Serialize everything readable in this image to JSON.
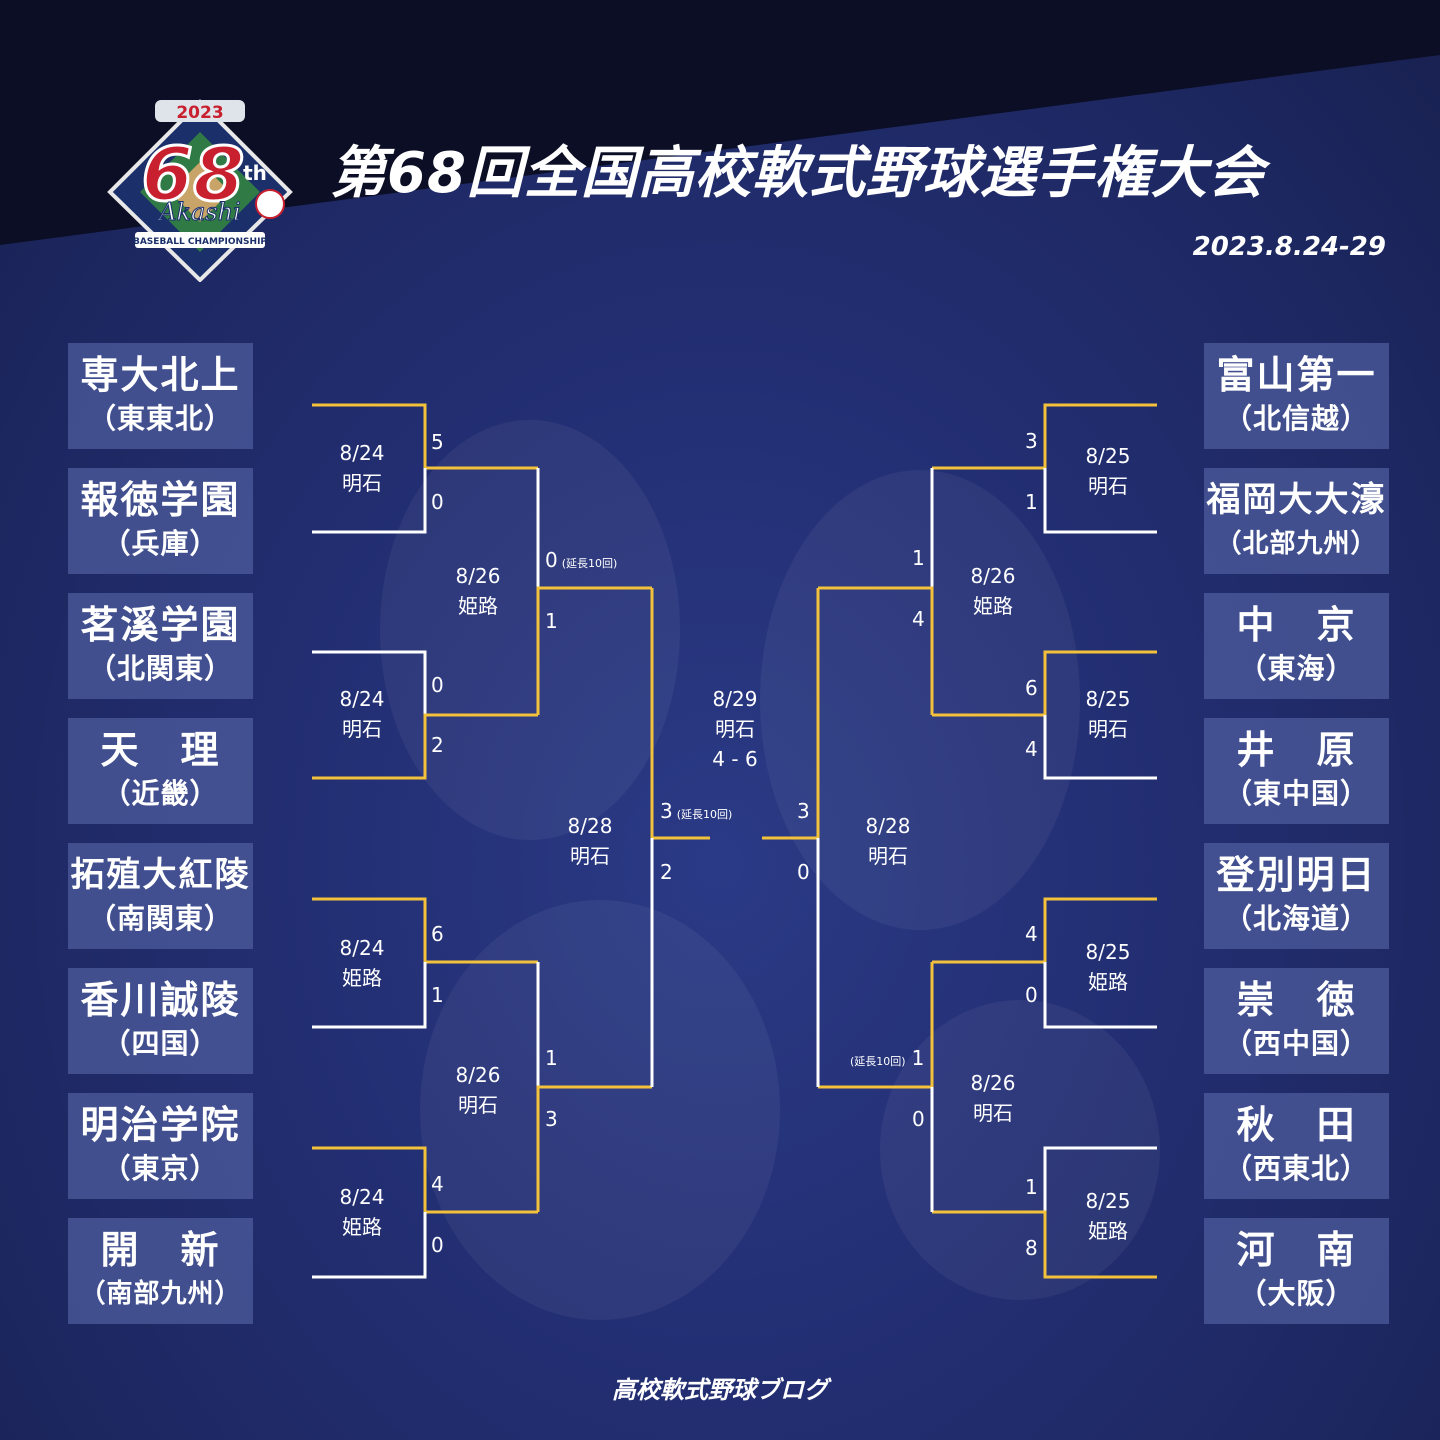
{
  "title": "第68回全国高校軟式野球選手権大会",
  "dates": "2023.8.24-29",
  "logo": {
    "year": "2023",
    "number": "68",
    "suffix": "th",
    "script": "Akashi",
    "ribbon": "BASEBALL CHAMPIONSHIP"
  },
  "teams_left": [
    {
      "name": "専大北上",
      "region": "（東東北）"
    },
    {
      "name": "報徳学園",
      "region": "（兵庫）"
    },
    {
      "name": "茗溪学園",
      "region": "（北関東）"
    },
    {
      "name": "天　理",
      "region": "（近畿）"
    },
    {
      "name": "拓殖大紅陵",
      "region": "（南関東）"
    },
    {
      "name": "香川誠陵",
      "region": "（四国）"
    },
    {
      "name": "明治学院",
      "region": "（東京）"
    },
    {
      "name": "開　新",
      "region": "（南部九州）"
    }
  ],
  "teams_right": [
    {
      "name": "富山第一",
      "region": "（北信越）"
    },
    {
      "name": "福岡大大濠",
      "region": "（北部九州）"
    },
    {
      "name": "中　京",
      "region": "（東海）"
    },
    {
      "name": "井　原",
      "region": "（東中国）"
    },
    {
      "name": "登別明日",
      "region": "（北海道）"
    },
    {
      "name": "崇　徳",
      "region": "（西中国）"
    },
    {
      "name": "秋　田",
      "region": "（西東北）"
    },
    {
      "name": "河　南",
      "region": "（大阪）"
    }
  ],
  "matches": {
    "l1": {
      "date": "8/24",
      "venue": "明石",
      "s1": "5",
      "s2": "0"
    },
    "l2": {
      "date": "8/24",
      "venue": "明石",
      "s1": "0",
      "s2": "2"
    },
    "l3": {
      "date": "8/24",
      "venue": "姫路",
      "s1": "6",
      "s2": "1"
    },
    "l4": {
      "date": "8/24",
      "venue": "姫路",
      "s1": "4",
      "s2": "0"
    },
    "l5": {
      "date": "8/26",
      "venue": "姫路",
      "s1": "0",
      "s1_note": "(延長10回)",
      "s2": "1"
    },
    "l6": {
      "date": "8/26",
      "venue": "明石",
      "s1": "1",
      "s2": "3"
    },
    "l7": {
      "date": "8/28",
      "venue": "明石",
      "s1": "3",
      "s1_note": "(延長10回)",
      "s2": "2"
    },
    "r1": {
      "date": "8/25",
      "venue": "明石",
      "s1": "3",
      "s2": "1"
    },
    "r2": {
      "date": "8/25",
      "venue": "明石",
      "s1": "6",
      "s2": "4"
    },
    "r3": {
      "date": "8/25",
      "venue": "姫路",
      "s1": "4",
      "s2": "0"
    },
    "r4": {
      "date": "8/25",
      "venue": "姫路",
      "s1": "1",
      "s2": "8"
    },
    "r5": {
      "date": "8/26",
      "venue": "姫路",
      "s1": "1",
      "s2": "4"
    },
    "r6": {
      "date": "8/26",
      "venue": "明石",
      "s1": "1",
      "s1_note": "(延長10回)",
      "s2": "0"
    },
    "r7": {
      "date": "8/28",
      "venue": "明石",
      "s1": "3",
      "s2": "0"
    },
    "final": {
      "date": "8/29",
      "venue": "明石",
      "score": "4 - 6"
    }
  },
  "footer": "高校軟式野球ブログ",
  "colors": {
    "win": "#f3c13a",
    "lose": "#ffffff",
    "bg": "#232f73"
  }
}
